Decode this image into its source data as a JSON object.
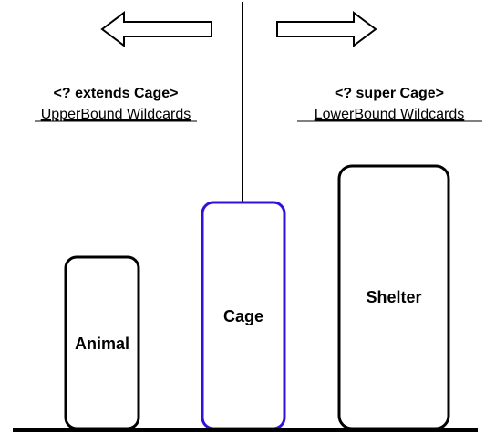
{
  "left_label": {
    "bound": "<? extends Cage>",
    "name": "UpperBound Wildcards"
  },
  "right_label": {
    "bound": "<? super Cage>",
    "name": "LowerBound Wildcards"
  },
  "boxes": {
    "animal": "Animal",
    "cage": "Cage",
    "shelter": "Shelter"
  },
  "colors": {
    "cage_border": "#3311dd",
    "default_border": "#000000"
  },
  "icons": {
    "left": "arrow-left-icon",
    "right": "arrow-right-icon"
  }
}
